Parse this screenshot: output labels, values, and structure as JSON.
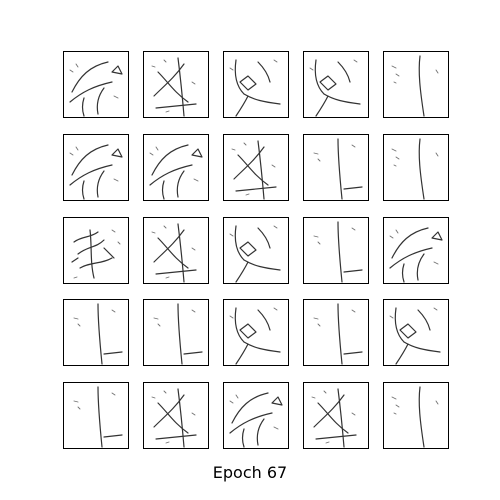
{
  "figure": {
    "caption": "Epoch 67",
    "grid_rows": 5,
    "grid_cols": 5,
    "colors": {
      "background": "#ffffff",
      "frame": "#000000",
      "stroke": "#333333"
    },
    "tiles": [
      {
        "row": 1,
        "col": 1,
        "sketch": "curved-lines-left"
      },
      {
        "row": 1,
        "col": 2,
        "sketch": "crossing-lines"
      },
      {
        "row": 1,
        "col": 3,
        "sketch": "knot-lines"
      },
      {
        "row": 1,
        "col": 4,
        "sketch": "knot-lines"
      },
      {
        "row": 1,
        "col": 5,
        "sketch": "vertical-curve"
      },
      {
        "row": 2,
        "col": 1,
        "sketch": "curved-lines-left"
      },
      {
        "row": 2,
        "col": 2,
        "sketch": "curved-lines-left"
      },
      {
        "row": 2,
        "col": 3,
        "sketch": "crossing-lines"
      },
      {
        "row": 2,
        "col": 4,
        "sketch": "vertical-line"
      },
      {
        "row": 2,
        "col": 5,
        "sketch": "vertical-curve"
      },
      {
        "row": 3,
        "col": 1,
        "sketch": "scribble"
      },
      {
        "row": 3,
        "col": 2,
        "sketch": "crossing-lines"
      },
      {
        "row": 3,
        "col": 3,
        "sketch": "knot-lines"
      },
      {
        "row": 3,
        "col": 4,
        "sketch": "vertical-line"
      },
      {
        "row": 3,
        "col": 5,
        "sketch": "curved-lines-left"
      },
      {
        "row": 4,
        "col": 1,
        "sketch": "vertical-line"
      },
      {
        "row": 4,
        "col": 2,
        "sketch": "vertical-line"
      },
      {
        "row": 4,
        "col": 3,
        "sketch": "knot-lines"
      },
      {
        "row": 4,
        "col": 4,
        "sketch": "vertical-line"
      },
      {
        "row": 4,
        "col": 5,
        "sketch": "knot-lines"
      },
      {
        "row": 5,
        "col": 1,
        "sketch": "vertical-line"
      },
      {
        "row": 5,
        "col": 2,
        "sketch": "crossing-lines"
      },
      {
        "row": 5,
        "col": 3,
        "sketch": "curved-lines-left"
      },
      {
        "row": 5,
        "col": 4,
        "sketch": "crossing-lines"
      },
      {
        "row": 5,
        "col": 5,
        "sketch": "vertical-curve"
      }
    ]
  }
}
